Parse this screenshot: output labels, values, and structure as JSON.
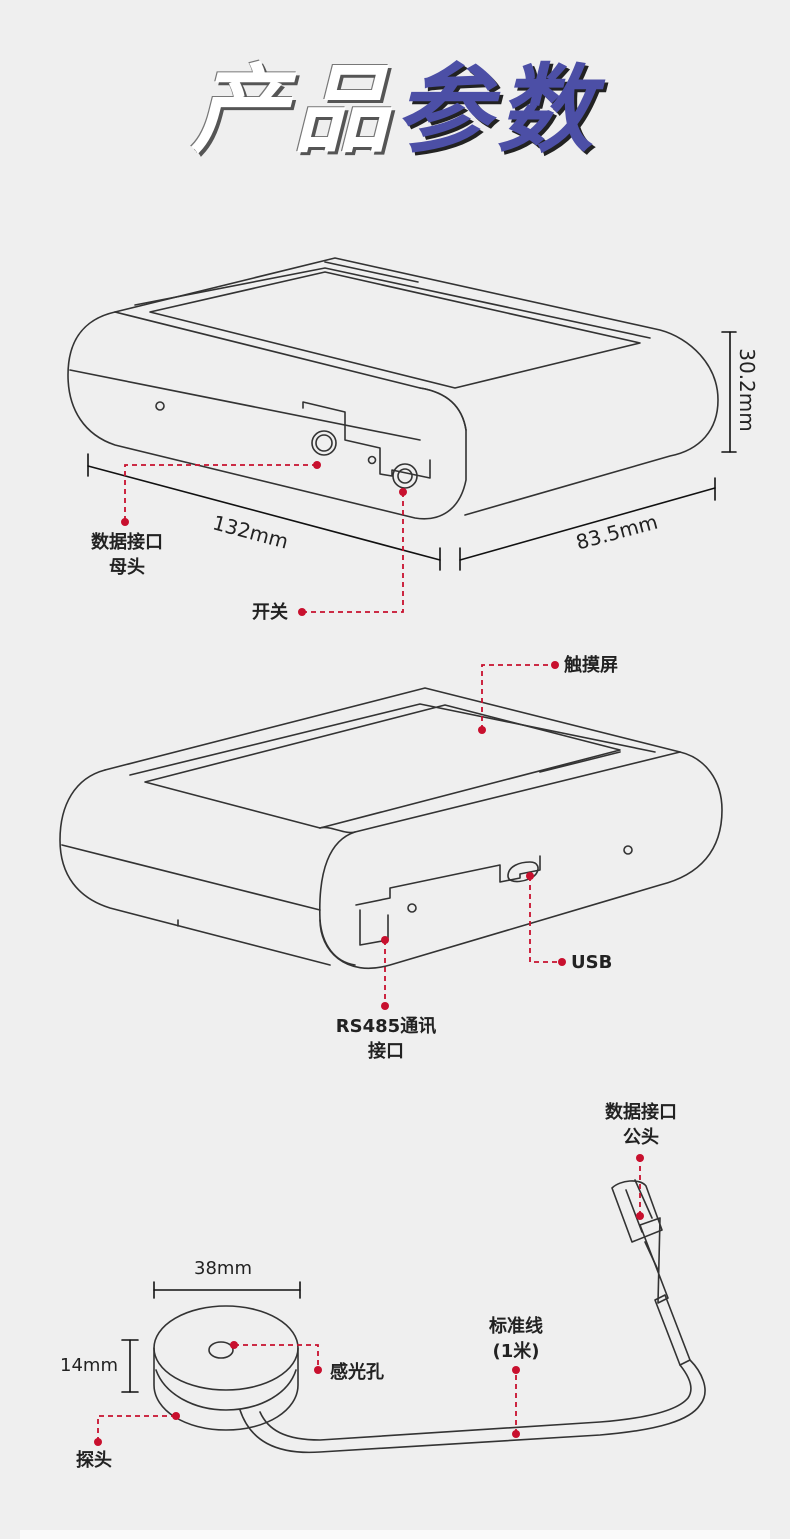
{
  "title": {
    "part1": "产品",
    "part2": "参数"
  },
  "device1": {
    "dim_length": "132mm",
    "dim_width": "83.5mm",
    "dim_height": "30.2mm",
    "label_data_port_female_line1": "数据接口",
    "label_data_port_female_line2": "母头",
    "label_power_switch": "开关"
  },
  "device2": {
    "label_touchscreen": "触摸屏",
    "label_usb": "USB",
    "label_rs485_line1": "RS485通讯",
    "label_rs485_line2": "接口"
  },
  "probe": {
    "dim_diameter": "38mm",
    "dim_thickness": "14mm",
    "label_sensor_hole": "感光孔",
    "label_probe": "探头",
    "label_cable_line1": "标准线",
    "label_cable_line2": "(1米)",
    "label_data_port_male_line1": "数据接口",
    "label_data_port_male_line2": "公头"
  },
  "colors": {
    "accent": "#c8102e",
    "title_blue": "#4c4fa6",
    "line": "#333333",
    "background": "#efefef"
  }
}
